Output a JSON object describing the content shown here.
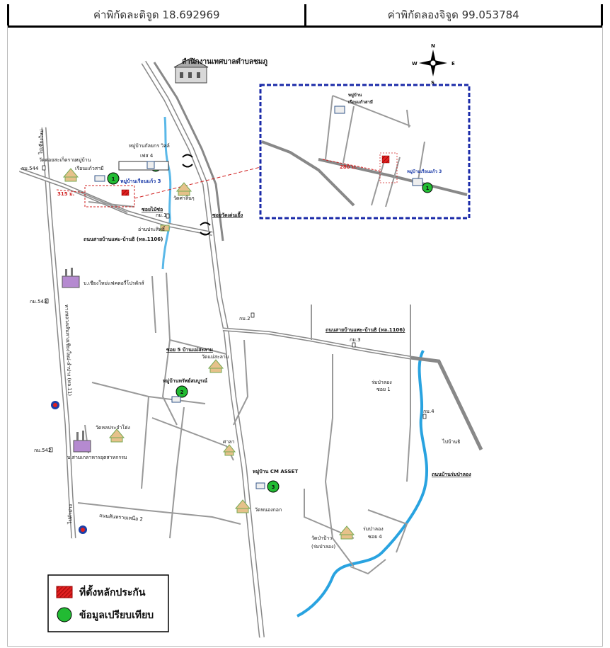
{
  "header": {
    "latitude": "ค่าพิกัดละติจูด 18.692969",
    "longitude": "ค่าพิกัดลองจิจูด 99.053784"
  },
  "compass": {
    "n": "N",
    "s": "S",
    "e": "E",
    "w": "W"
  },
  "map": {
    "office": "สำนักงานเทศบาลตำบลชมภู",
    "road_main_v": "ทางหลวงเส้นทางเชียงใหม่-ลำปาง (ทล.11)",
    "lower_left_road": "ไปลำปาง",
    "top_left_road": "ไปเชียงใหม่",
    "km544": "กม.544",
    "km543": "กม.543",
    "km542": "กม.542",
    "km1": "กม.1",
    "km2": "กม.2",
    "km3": "กม.3",
    "km4": "กม.4",
    "temple_top_left": "วัดดอยสะเก็ดราม",
    "village_top_left": "หมู่บ้าน",
    "village_top_left2": "เรือนแก้วสามี",
    "village_top": "หมู่บ้านกัลยกร วิลล์",
    "village_top2": "เฟส 4",
    "village_3": "หมู่บ้านเรือนแก้ว 3",
    "temple_center": "วัดศาลิ่นๆ",
    "soi_left": "ซอยไม้ซ่อ",
    "soi_right": "ซอยวัดเด่นเยิ้ง",
    "school": "อ่านประสิทธิ์",
    "road_1106": "ถนนสายบ้านแพะ-บ้านธิ (ทล.1106)",
    "road_1106b": "ถนนสายบ้านแพะ-บ้านธิ (ทล.1106)",
    "factory_top": "บ.เชียงใหม่แฟคตอรี่โปรดักส์",
    "factory_bottom": "บ.สามเกลาหารอุตสาหกรรม",
    "temple_mid_left": "วัดหลประจำโฮ่ง",
    "soi5": "ซอย 5 บ้านแม่สะลาม",
    "temple_maesalam": "วัดแม่สะลาม",
    "village_sap": "หมู่บ้านทรัพย์สมบูรณ์",
    "sala": "ศาลา",
    "village_cm": "หมู่บ้าน CM ASSET",
    "temple_nongkok": "วัดหนองกอก",
    "right_soi1": "ร่มป่าลอง",
    "right_soi1b": "ซอย 1",
    "right_road": "ถนนบ้านร่มป่าลอง",
    "to_road": "ไปบ้านธิ",
    "temple_pa_pao": "วัดป่าป้าว",
    "temple_pa_pao2": "(ร่มป่าลอง)",
    "right_soi4": "ร่มป่าลอง",
    "right_soi4b": "ซอย 4",
    "lower_road": "ถนนสันทรายเหนือ 2",
    "dist_main": "315 ม.",
    "inset_village": "หมู่บ้าน",
    "inset_village2": "เรือนแก้วสามี",
    "inset_village_right": "หมู่บ้านเรือนแก้ว 3",
    "inset_dist": "280 ม."
  },
  "markers": {
    "one": "1",
    "two": "2",
    "three": "3"
  },
  "legend": {
    "collateral": "ที่ตั้งหลักประกัน",
    "comparison": "ข้อมูลเปรียบเทียบ",
    "colors": {
      "collateral": "#e02020",
      "comparison": "#22bb33",
      "river": "#29a3e0",
      "road": "#888888",
      "inset_border": "#1a2aa8"
    }
  }
}
